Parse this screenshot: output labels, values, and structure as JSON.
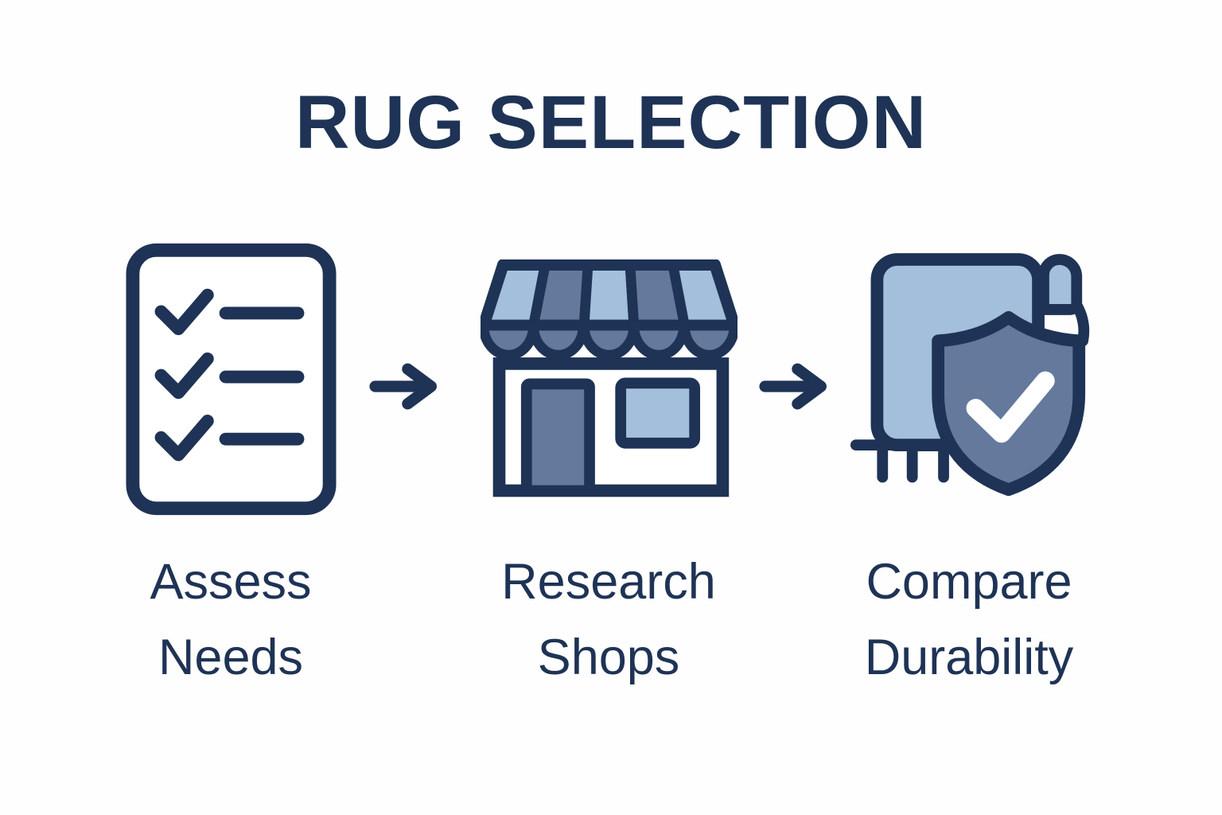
{
  "title": "RUG SELECTION",
  "colors": {
    "navy": "#1e3355",
    "slate": "#64799c",
    "sky": "#a3bfdb",
    "bg": "#fefefe",
    "checkmark": "#ffffff"
  },
  "steps": [
    {
      "label": "Assess\nNeeds",
      "icon": "checklist-icon"
    },
    {
      "label": "Research\nShops",
      "icon": "storefront-icon"
    },
    {
      "label": "Compare\nDurability",
      "icon": "rug-shield-icon"
    }
  ],
  "connector": {
    "icon": "arrow-right-icon"
  }
}
